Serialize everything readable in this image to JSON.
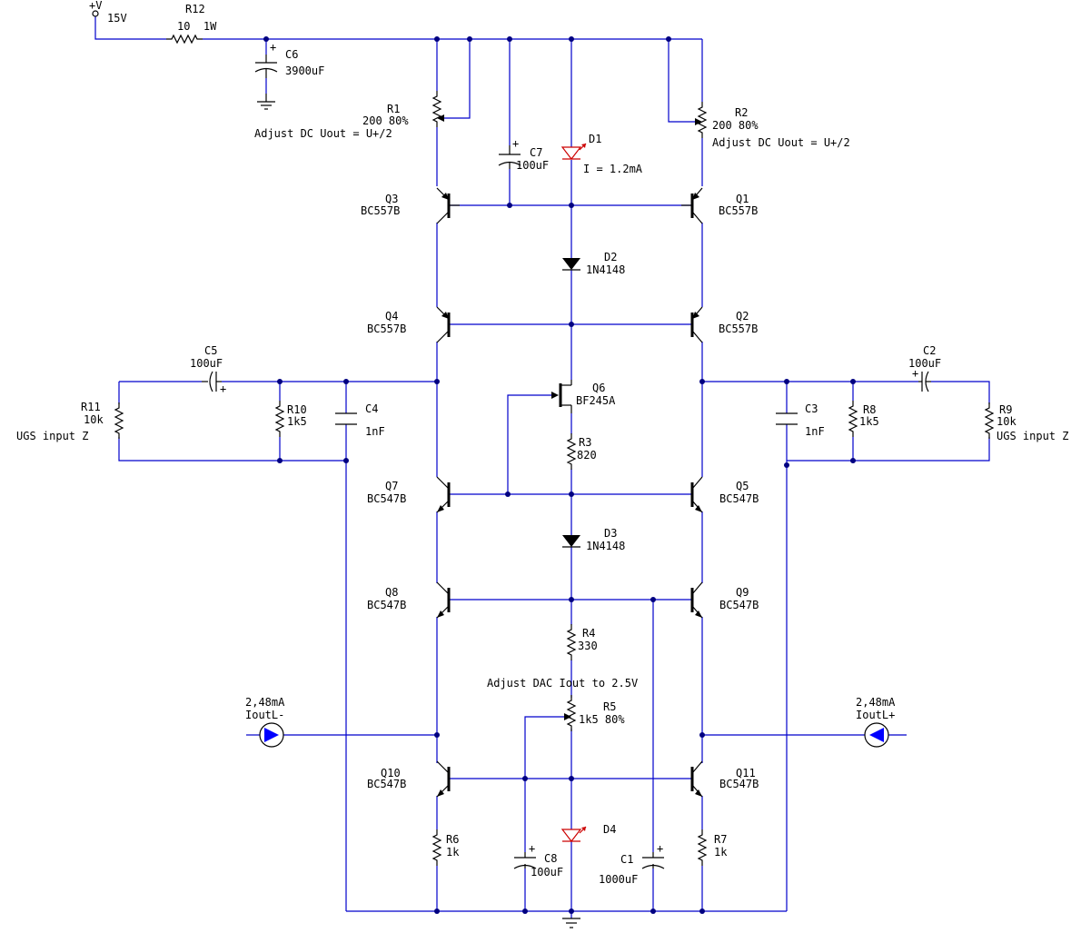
{
  "supply": {
    "node": "+V",
    "voltage": "15V"
  },
  "components": {
    "R12": {
      "ref": "R12",
      "value": "10  1W"
    },
    "C6": {
      "ref": "C6",
      "value": "3900uF"
    },
    "R1": {
      "ref": "R1",
      "value": "200 80%",
      "note": "Adjust DC Uout = U+/2"
    },
    "R2": {
      "ref": "R2",
      "value": "200 80%",
      "note": "Adjust DC Uout = U+/2"
    },
    "C7": {
      "ref": "C7",
      "value": "100uF"
    },
    "D1": {
      "ref": "D1",
      "note": "I = 1.2mA"
    },
    "Q3": {
      "ref": "Q3",
      "value": "BC557B"
    },
    "Q1": {
      "ref": "Q1",
      "value": "BC557B"
    },
    "D2": {
      "ref": "D2",
      "value": "1N4148"
    },
    "Q4": {
      "ref": "Q4",
      "value": "BC557B"
    },
    "Q2": {
      "ref": "Q2",
      "value": "BC557B"
    },
    "C5": {
      "ref": "C5",
      "value": "100uF"
    },
    "C2": {
      "ref": "C2",
      "value": "100uF"
    },
    "Q6": {
      "ref": "Q6",
      "value": "BF245A"
    },
    "R11": {
      "ref": "R11",
      "value": "10k",
      "note": "UGS input Z"
    },
    "R10": {
      "ref": "R10",
      "value": "1k5"
    },
    "C4": {
      "ref": "C4",
      "value": "1nF"
    },
    "C3": {
      "ref": "C3",
      "value": "1nF"
    },
    "R8": {
      "ref": "R8",
      "value": "1k5"
    },
    "R9": {
      "ref": "R9",
      "value": "10k",
      "note": "UGS input Z"
    },
    "R3": {
      "ref": "R3",
      "value": "820"
    },
    "Q7": {
      "ref": "Q7",
      "value": "BC547B"
    },
    "Q5": {
      "ref": "Q5",
      "value": "BC547B"
    },
    "D3": {
      "ref": "D3",
      "value": "1N4148"
    },
    "Q8": {
      "ref": "Q8",
      "value": "BC547B"
    },
    "Q9": {
      "ref": "Q9",
      "value": "BC547B"
    },
    "R4": {
      "ref": "R4",
      "value": "330"
    },
    "R5": {
      "ref": "R5",
      "value": "1k5 80%",
      "note": "Adjust DAC Iout to 2.5V"
    },
    "Q10": {
      "ref": "Q10",
      "value": "BC547B"
    },
    "Q11": {
      "ref": "Q11",
      "value": "BC547B"
    },
    "D4": {
      "ref": "D4"
    },
    "C8": {
      "ref": "C8",
      "value": "100uF"
    },
    "C1": {
      "ref": "C1",
      "value": "1000uF"
    },
    "R6": {
      "ref": "R6",
      "value": "1k"
    },
    "R7": {
      "ref": "R7",
      "value": "1k"
    }
  },
  "sources": {
    "left": {
      "current": "2,48mA",
      "name": "IoutL-"
    },
    "right": {
      "current": "2,48mA",
      "name": "IoutL+"
    }
  },
  "plus_sign": "+",
  "colors": {
    "wire": "#0000cc",
    "junction": "#000080",
    "led": "#cc0000",
    "source": "#0000ff"
  }
}
